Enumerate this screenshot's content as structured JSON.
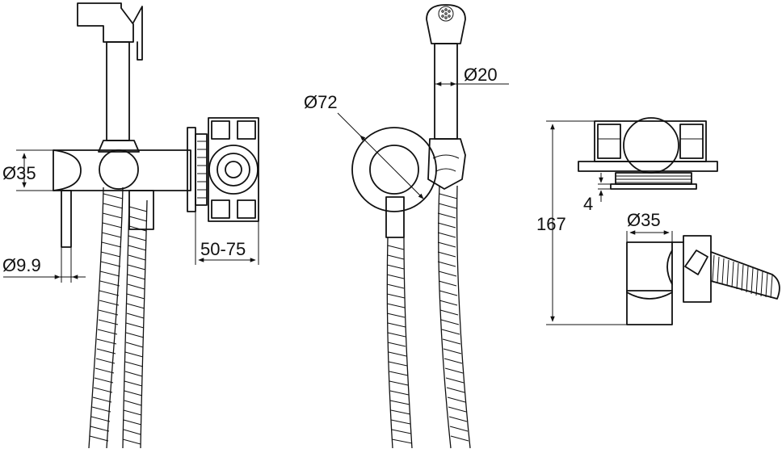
{
  "dimensions": {
    "left_body_diameter": "Ø35",
    "left_pin_diameter": "Ø9.9",
    "left_depth_range": "50-75",
    "front_plate_diameter": "Ø72",
    "front_handle_diameter": "Ø20",
    "side_height": "167",
    "side_flange_thickness": "4",
    "side_body_diameter": "Ø35"
  },
  "colors": {
    "line": "#111111",
    "background": "#ffffff"
  }
}
